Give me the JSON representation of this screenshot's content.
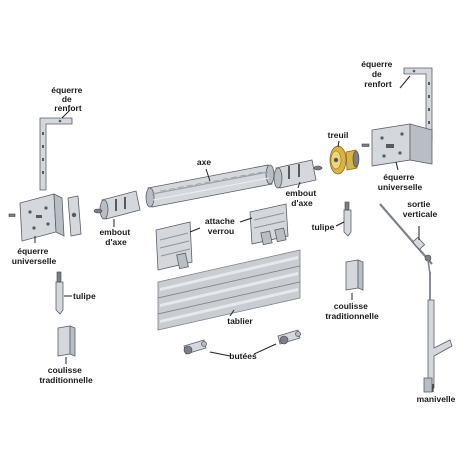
{
  "labels": {
    "equerre_renfort_left": [
      "équerre",
      "de",
      "renfort"
    ],
    "equerre_renfort_right": [
      "équerre",
      "de",
      "renfort"
    ],
    "treuil": "treuil",
    "axe": "axe",
    "embout_axe_left": [
      "embout",
      "d'axe"
    ],
    "embout_axe_right": [
      "embout",
      "d'axe"
    ],
    "equerre_universelle_left": [
      "équerre",
      "universelle"
    ],
    "equerre_universelle_right": [
      "équerre",
      "universelle"
    ],
    "attache_verrou": [
      "attache",
      "verrou"
    ],
    "sortie_verticale": [
      "sortie",
      "verticale"
    ],
    "tulipe_left": "tulipe",
    "tulipe_right": "tulipe",
    "coulisse_left": [
      "coulisse",
      "traditionnelle"
    ],
    "coulisse_right": [
      "coulisse",
      "traditionnelle"
    ],
    "tablier": "tablier",
    "butees": "butées",
    "manivelle": "manivelle"
  },
  "colors": {
    "metal": "#d4d8dd",
    "metal_dark": "#7b8088",
    "winch_gold": "#d8b34a",
    "label_text": "#1a1a1a"
  }
}
